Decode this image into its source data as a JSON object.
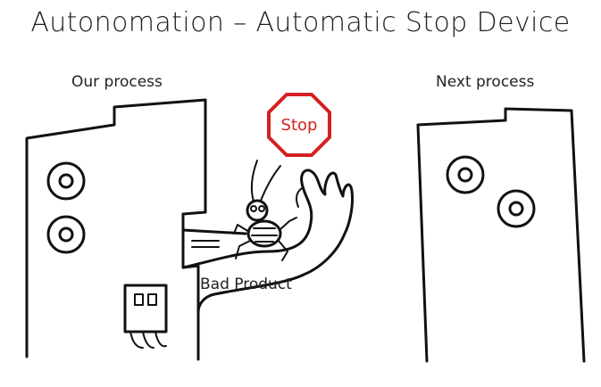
{
  "slide": {
    "title": "Autonomation – Automatic Stop Device",
    "labels": {
      "our_process": "Our process",
      "next_process": "Next process",
      "bad_product": "Bad Product",
      "stop_sign": "Stop"
    },
    "colors": {
      "stop_sign": "#d42020",
      "ink": "#111111",
      "background": "#ffffff"
    },
    "icons": [
      "stop-sign-icon",
      "bug-icon",
      "hand-icon",
      "machine-icon"
    ]
  }
}
